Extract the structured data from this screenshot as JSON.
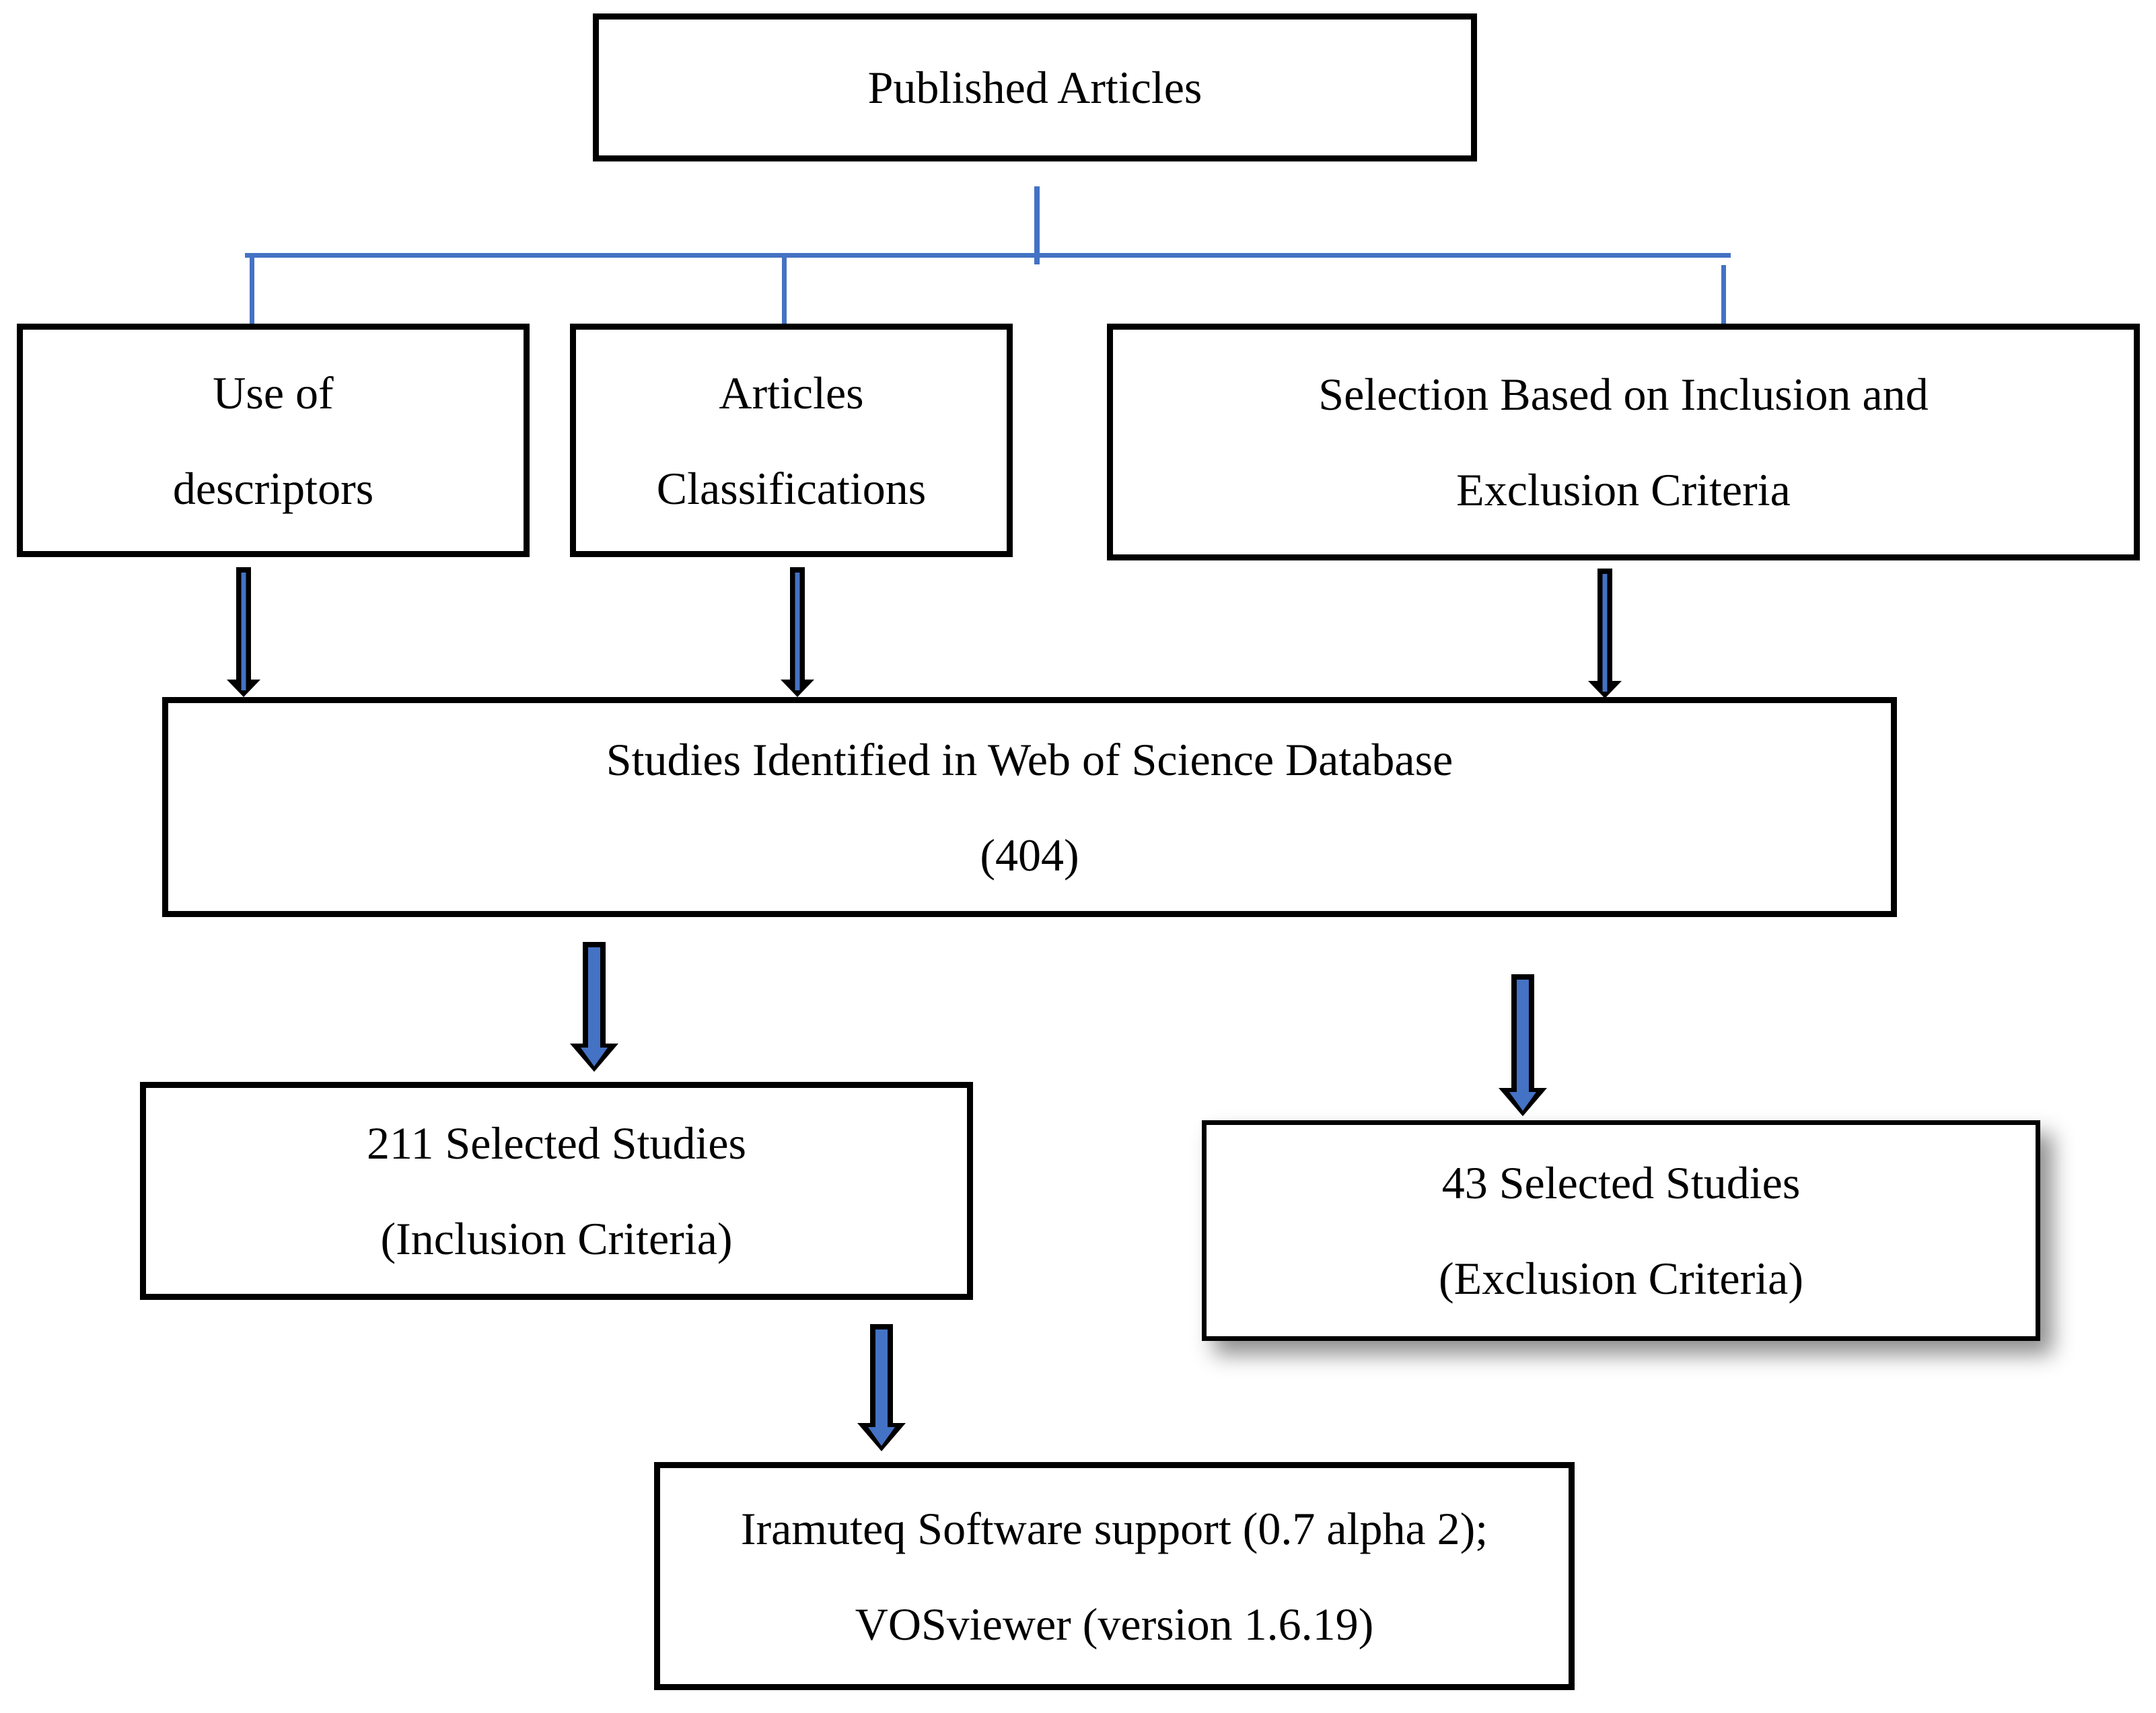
{
  "colors": {
    "accent_blue": "#4472C4",
    "shadow_gray": "#8f8f8f",
    "box_border": "#000000",
    "background": "#ffffff"
  },
  "nodes": {
    "published": {
      "line1": "Published Articles"
    },
    "descriptors": {
      "line1": "Use of",
      "line2": "descriptors"
    },
    "classifications": {
      "line1": "Articles",
      "line2": "Classifications"
    },
    "selection": {
      "line1": "Selection Based on Inclusion and",
      "line2": "Exclusion Criteria"
    },
    "identified": {
      "line1": "Studies Identified in Web of Science Database",
      "line2": "(404)"
    },
    "included": {
      "line1": "211 Selected Studies",
      "line2": "(Inclusion Criteria)"
    },
    "excluded": {
      "line1": "43 Selected Studies",
      "line2": "(Exclusion Criteria)"
    },
    "software": {
      "line1": "Iramuteq Software support (0.7 alpha 2);",
      "line2": "VOSviewer (version 1.6.19)"
    }
  }
}
